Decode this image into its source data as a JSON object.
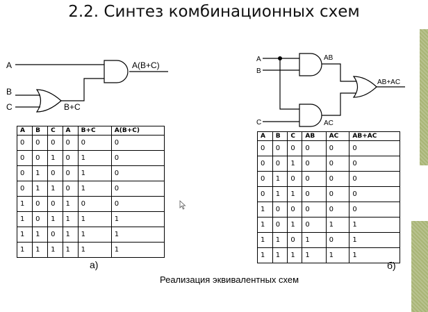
{
  "slide": {
    "title": "2.2. Синтез комбинационных схем",
    "caption": "Реализация эквивалентных схем",
    "label_a": "а)",
    "label_b": "б)"
  },
  "diagram_a": {
    "in_a": "A",
    "in_b": "B",
    "in_c": "C",
    "or_out": "B+C",
    "and_out": "A(B+C)"
  },
  "diagram_b": {
    "in_a": "A",
    "in_b": "B",
    "in_c": "C",
    "and1_out": "AB",
    "and2_out": "AC",
    "or_out": "AB+AC"
  },
  "table_a": {
    "headers": [
      "A",
      "B",
      "C",
      "A",
      "B+C",
      "A(B+C)"
    ],
    "rows": [
      [
        "0",
        "0",
        "0",
        "0",
        "0",
        "0"
      ],
      [
        "0",
        "0",
        "1",
        "0",
        "1",
        "0"
      ],
      [
        "0",
        "1",
        "0",
        "0",
        "1",
        "0"
      ],
      [
        "0",
        "1",
        "1",
        "0",
        "1",
        "0"
      ],
      [
        "1",
        "0",
        "0",
        "1",
        "0",
        "0"
      ],
      [
        "1",
        "0",
        "1",
        "1",
        "1",
        "1"
      ],
      [
        "1",
        "1",
        "0",
        "1",
        "1",
        "1"
      ],
      [
        "1",
        "1",
        "1",
        "1",
        "1",
        "1"
      ]
    ]
  },
  "table_b": {
    "headers": [
      "A",
      "B",
      "C",
      "AB",
      "AC",
      "AB+AC"
    ],
    "rows": [
      [
        "0",
        "0",
        "0",
        "0",
        "0",
        "0"
      ],
      [
        "0",
        "0",
        "1",
        "0",
        "0",
        "0"
      ],
      [
        "0",
        "1",
        "0",
        "0",
        "0",
        "0"
      ],
      [
        "0",
        "1",
        "1",
        "0",
        "0",
        "0"
      ],
      [
        "1",
        "0",
        "0",
        "0",
        "0",
        "0"
      ],
      [
        "1",
        "0",
        "1",
        "0",
        "1",
        "1"
      ],
      [
        "1",
        "1",
        "0",
        "1",
        "0",
        "1"
      ],
      [
        "1",
        "1",
        "1",
        "1",
        "1",
        "1"
      ]
    ]
  },
  "colors": {
    "accent_bar": "#a9b576"
  },
  "icons": {
    "cursor": "mouse-pointer-icon"
  }
}
